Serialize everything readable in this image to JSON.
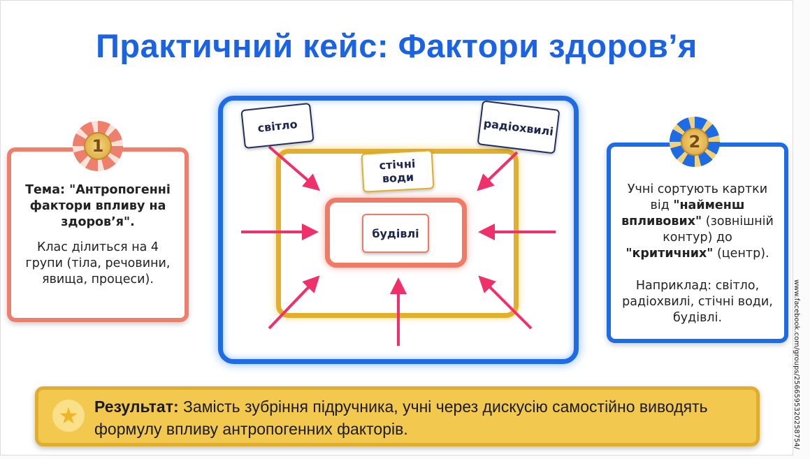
{
  "title": "Практичний кейс: Фактори здоров’я",
  "left_card": {
    "number": "1",
    "bold": "Тема: \"Антропогенні фактори впливу на здоров’я\".",
    "text": "Клас ділиться на 4 групи (тіла, речовини, явища, процеси)."
  },
  "right_card": {
    "number": "2",
    "text1": "Учні сортують картки від ",
    "bold1": "\"найменш впливових\"",
    "text2": " (зовнішній контур) до ",
    "bold2": "\"критичних\"",
    "text3": " (центр).",
    "example": "Наприклад: світло, радіохвилі, стічні води, будівлі."
  },
  "labels": {
    "light": "світло",
    "radio": "радіохвилі",
    "sewage": "стічні води",
    "buildings": "будівлі"
  },
  "banner": {
    "bold": "Результат:",
    "text": " Замість зубріння підручника, учні через дискусію самостійно виводять формулу впливу антропогенних факторів."
  },
  "source_url": "www.facebook.com/groups/2566595320258754/",
  "colors": {
    "title": "#1a62e6",
    "coral": "#ef7f6d",
    "blue": "#1e6be6",
    "gold": "#e3ae2a",
    "arrow": "#f0306a"
  }
}
